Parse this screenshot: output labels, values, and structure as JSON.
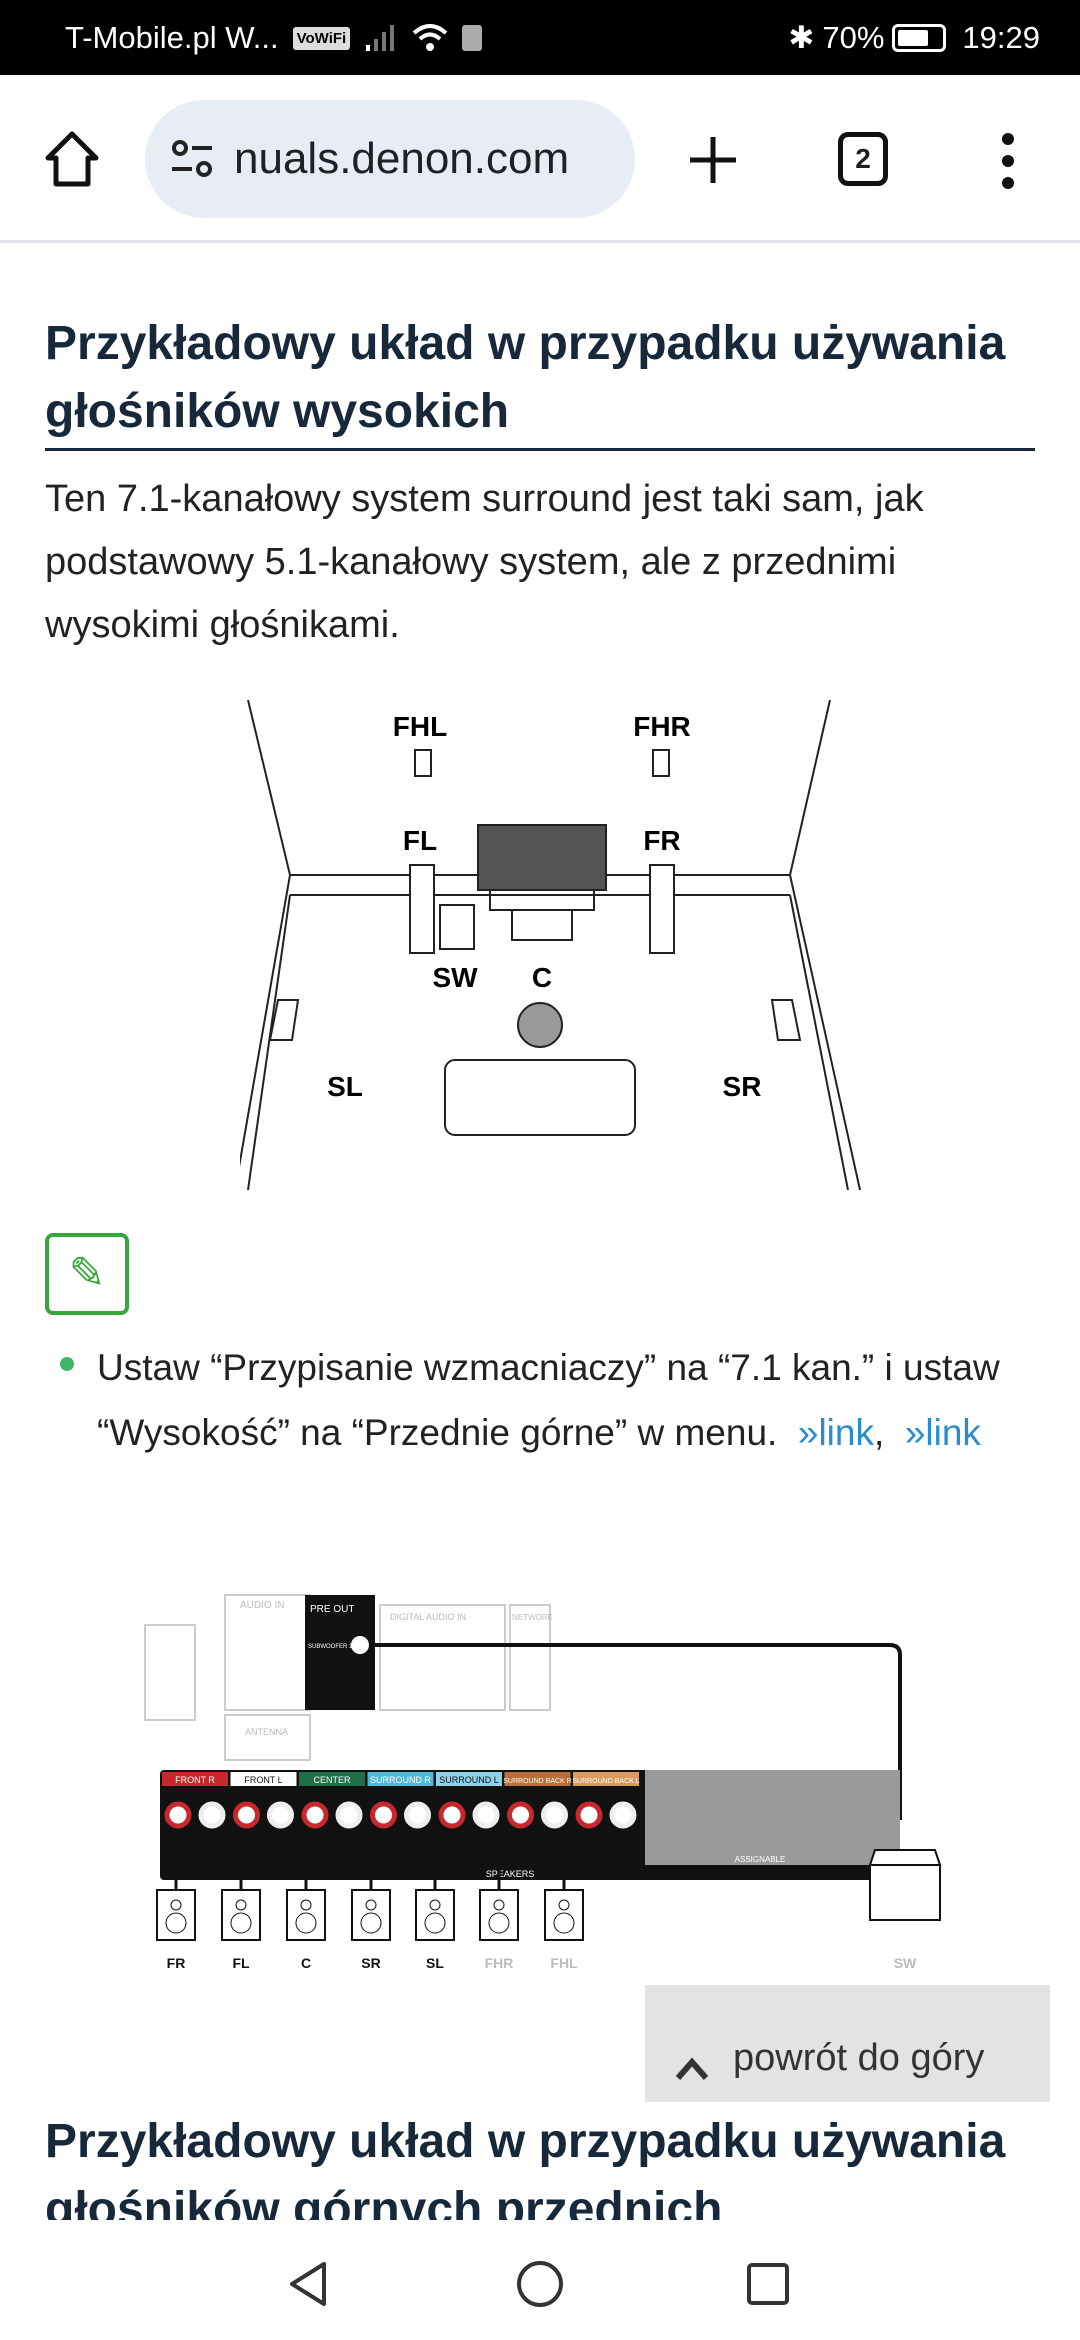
{
  "status_bar": {
    "carrier": "T-Mobile.pl W...",
    "vowifi": "VoWiFi",
    "battery": "70%",
    "time": "19:29"
  },
  "browser": {
    "url": "nuals.denon.com",
    "tab_count": "2"
  },
  "section1": {
    "title": "Przykładowy układ w przypadku używania głośników wysokich",
    "description": "Ten 7.1-kanałowy system surround jest taki sam, jak podstawowy 5.1-kanałowy system, ale z przednimi wysokimi głośnikami.",
    "room_labels": {
      "fhl": "FHL",
      "fhr": "FHR",
      "fl": "FL",
      "fr": "FR",
      "sw": "SW",
      "c": "C",
      "sl": "SL",
      "sr": "SR"
    },
    "note": {
      "text": "Ustaw “Przypisanie wzmacniaczy” na “7.1 kan.” i ustaw “Wysokość” na “Przednie górne” w menu.",
      "link1": "link",
      "link2": "link",
      "sep": ","
    }
  },
  "connection_diagram": {
    "terminals": [
      {
        "label": "FRONT R",
        "color": "#c8282d"
      },
      {
        "label": "FRONT L",
        "color": "#ffffff"
      },
      {
        "label": "CENTER",
        "color": "#1e6e4a"
      },
      {
        "label": "SURROUND R",
        "color": "#4fb7d8"
      },
      {
        "label": "SURROUND L",
        "color": "#8fd3ea"
      },
      {
        "label": "SURROUND BACK R",
        "color": "#b8703a"
      },
      {
        "label": "SURROUND BACK L",
        "color": "#d89a5e"
      }
    ],
    "panel_labels": {
      "preout": "PRE OUT",
      "audio_in": "AUDIO IN",
      "digital": "DIGITAL AUDIO IN",
      "network": "NETWORK",
      "antenna": "ANTENNA",
      "speakers": "SPEAKERS",
      "assignable": "ASSIGNABLE",
      "subwoofer": "SUBWOOFER 1"
    },
    "speakers": [
      "FR",
      "FL",
      "C",
      "SR",
      "SL",
      "FHR",
      "FHL",
      "SW"
    ]
  },
  "back_to_top": "powrót do góry",
  "section2": {
    "title": "Przykładowy układ w przypadku używania głośników górnych przednich"
  }
}
